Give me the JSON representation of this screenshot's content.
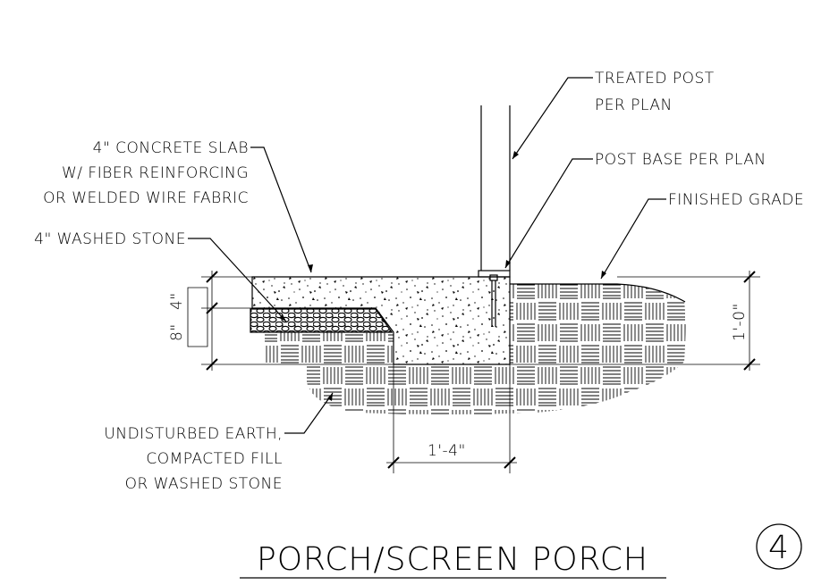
{
  "labels": {
    "post": [
      "TREATED POST",
      "PER PLAN"
    ],
    "post_base": "POST BASE PER PLAN",
    "slab": [
      "4\" CONCRETE SLAB",
      "W/ FIBER REINFORCING",
      "OR WELDED WIRE FABRIC"
    ],
    "finished_grade": "FINISHED GRADE",
    "stone": "4\" WASHED STONE",
    "earth": [
      "UNDISTURBED EARTH,",
      "COMPACTED FILL",
      "OR WASHED STONE"
    ]
  },
  "dimensions": {
    "slab_depth": "4\"",
    "total_depth": "8\"",
    "footing_width": "1'-4\"",
    "footing_depth": "1'-0\""
  },
  "title": "PORCH/SCREEN PORCH",
  "detail_number": "4"
}
